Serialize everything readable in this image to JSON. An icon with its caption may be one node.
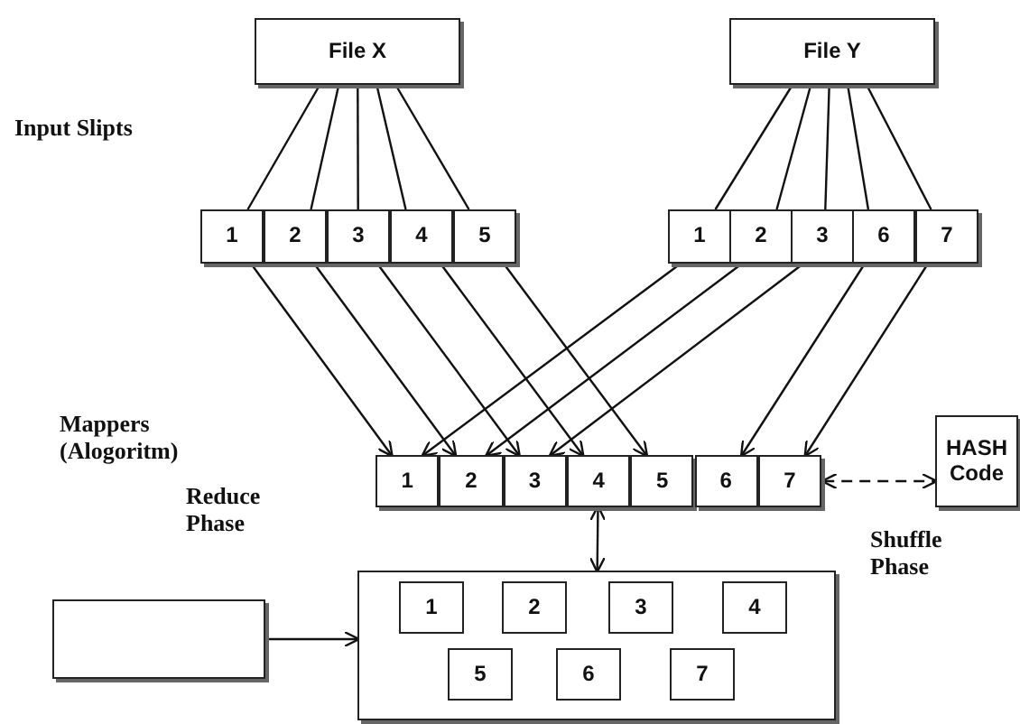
{
  "diagram": {
    "nodes": [
      {
        "text": [
          "File X"
        ]
      },
      {
        "text": [
          "File Y"
        ]
      },
      {
        "text": [
          "1"
        ]
      },
      {
        "text": [
          "2"
        ]
      },
      {
        "text": [
          "3"
        ]
      },
      {
        "text": [
          "4"
        ]
      },
      {
        "text": [
          "5"
        ]
      },
      {
        "text": [
          "1"
        ]
      },
      {
        "text": [
          "2"
        ]
      },
      {
        "text": [
          "3"
        ]
      },
      {
        "text": [
          "6"
        ]
      },
      {
        "text": [
          "7"
        ]
      },
      {
        "text": [
          "1"
        ]
      },
      {
        "text": [
          "2"
        ]
      },
      {
        "text": [
          "3"
        ]
      },
      {
        "text": [
          "4"
        ]
      },
      {
        "text": [
          "5"
        ]
      },
      {
        "text": [
          "6"
        ]
      },
      {
        "text": [
          "7"
        ]
      },
      {
        "text": [
          "HASH Code"
        ]
      },
      {
        "text": [],
        "shape": "box"
      },
      {
        "text": [],
        "shape": "box"
      },
      {
        "text": [
          "1"
        ],
        "in": 21
      },
      {
        "text": [
          "2"
        ],
        "in": 21
      },
      {
        "text": [
          "3"
        ],
        "in": 21
      },
      {
        "text": [
          "4"
        ],
        "in": 21
      },
      {
        "text": [
          "5"
        ],
        "in": 21
      },
      {
        "text": [
          "6"
        ],
        "in": 21
      },
      {
        "text": [
          "7"
        ],
        "in": 21
      }
    ],
    "edges": [
      {
        "from": 0,
        "to": 2,
        "arrow": "none"
      },
      {
        "from": 0,
        "to": 3,
        "arrow": "none"
      },
      {
        "from": 0,
        "to": 4,
        "arrow": "none"
      },
      {
        "from": 0,
        "to": 5,
        "arrow": "none"
      },
      {
        "from": 0,
        "to": 6,
        "arrow": "none"
      },
      {
        "from": 1,
        "to": 7,
        "arrow": "none"
      },
      {
        "from": 1,
        "to": 8,
        "arrow": "none"
      },
      {
        "from": 1,
        "to": 9,
        "arrow": "none"
      },
      {
        "from": 1,
        "to": 10,
        "arrow": "none"
      },
      {
        "from": 1,
        "to": 11,
        "arrow": "none"
      },
      {
        "from": 2,
        "to": 12,
        "arrow": "to"
      },
      {
        "from": 3,
        "to": 13,
        "arrow": "to"
      },
      {
        "from": 4,
        "to": 14,
        "arrow": "to"
      },
      {
        "from": 5,
        "to": 15,
        "arrow": "to"
      },
      {
        "from": 6,
        "to": 16,
        "arrow": "to"
      },
      {
        "from": 7,
        "to": 12,
        "arrow": "to"
      },
      {
        "from": 8,
        "to": 13,
        "arrow": "to"
      },
      {
        "from": 9,
        "to": 14,
        "arrow": "to"
      },
      {
        "from": 10,
        "to": 17,
        "arrow": "to"
      },
      {
        "from": 11,
        "to": 18,
        "arrow": "to"
      },
      {
        "from": 15,
        "to": 21,
        "arrow": "both"
      },
      {
        "from": 18,
        "to": 19,
        "arrow": "both",
        "style": "dashed"
      },
      {
        "from": 20,
        "to": 21,
        "arrow": "to"
      }
    ],
    "labels": [
      "Input Slipts",
      "Mappers (Alogoritm)",
      "Reduce Phase",
      "Shuffle Phase"
    ]
  }
}
